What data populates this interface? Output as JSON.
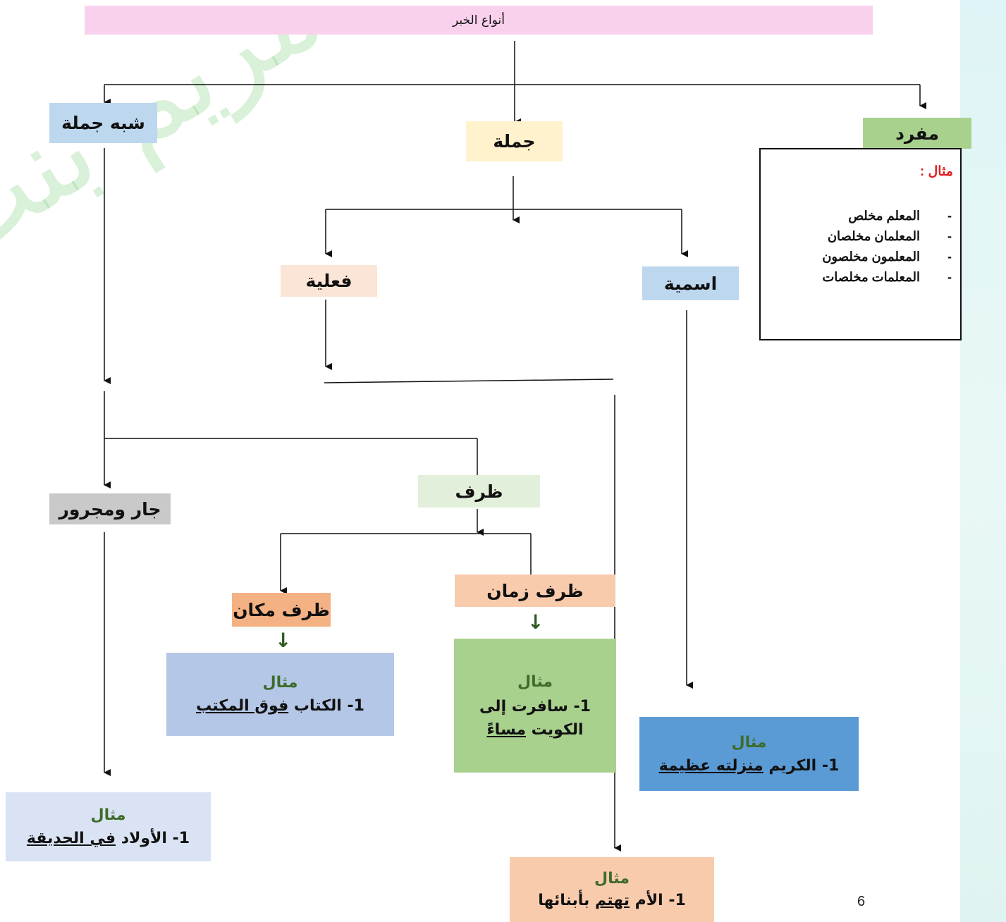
{
  "title": "أنواع الخبر",
  "watermark": "مريم بنت طارق",
  "types": {
    "mufrad": "مفرد",
    "jumla": "جملة",
    "shibh_jumla": "شبه جملة"
  },
  "mufrad_example": {
    "heading": "مثال :",
    "items": [
      "المعلم مخلص",
      "المعلمان مخلصان",
      "المعلمون مخلصون",
      "المعلمات مخلصات"
    ],
    "bullet": "-"
  },
  "jumla_sub": {
    "ismiyya": "اسمية",
    "filiyya": "فعلية"
  },
  "shibh_sub": {
    "jar": "جار ومجرور",
    "zarf": "ظرف"
  },
  "zarf_sub": {
    "zaman": "ظرف زمان",
    "makan": "ظرف مكان"
  },
  "example_label": "مثال",
  "examples": {
    "makan": {
      "prefix": "1- الكتاب ",
      "underlined": "فوق المكتب"
    },
    "zaman": {
      "line1": "1- سافرت إلى",
      "line2_plain": "الكويت ",
      "line2_underlined": "مساءً"
    },
    "ismiyya": {
      "prefix": "1- الكريم ",
      "underlined": "منزلته عظيمة"
    },
    "jar": {
      "prefix": "1- الأولاد ",
      "underlined": "في الحديقة"
    },
    "filiyya": {
      "prefix": "1- الأم ",
      "underlined": "تهتم",
      "suffix": " بأبنائها"
    }
  },
  "down_arrow_glyph": "↓",
  "page_number": "6",
  "colors": {
    "title_bg": "#f9d1ec",
    "mufrad_bg": "#a9d18e",
    "jumla_bg": "#fff2cc",
    "shibh_bg": "#bdd7ee",
    "filiyya_bg": "#fbe5d6",
    "ismiyya_bg": "#bdd7ee",
    "zarf_bg": "#e2efda",
    "jar_bg": "#c9c9c9",
    "zaman_bg": "#f8cbad",
    "makan_bg": "#f4b183",
    "makan_ex_bg": "#b4c7e7",
    "zaman_ex_bg": "#a9d18e",
    "ismiyya_ex_bg": "#5b9bd5",
    "jar_ex_bg": "#dae3f3",
    "filiyya_ex_bg": "#f8cbad",
    "example_title": "#3e6b2a",
    "mufrad_heading": "#e02020"
  }
}
